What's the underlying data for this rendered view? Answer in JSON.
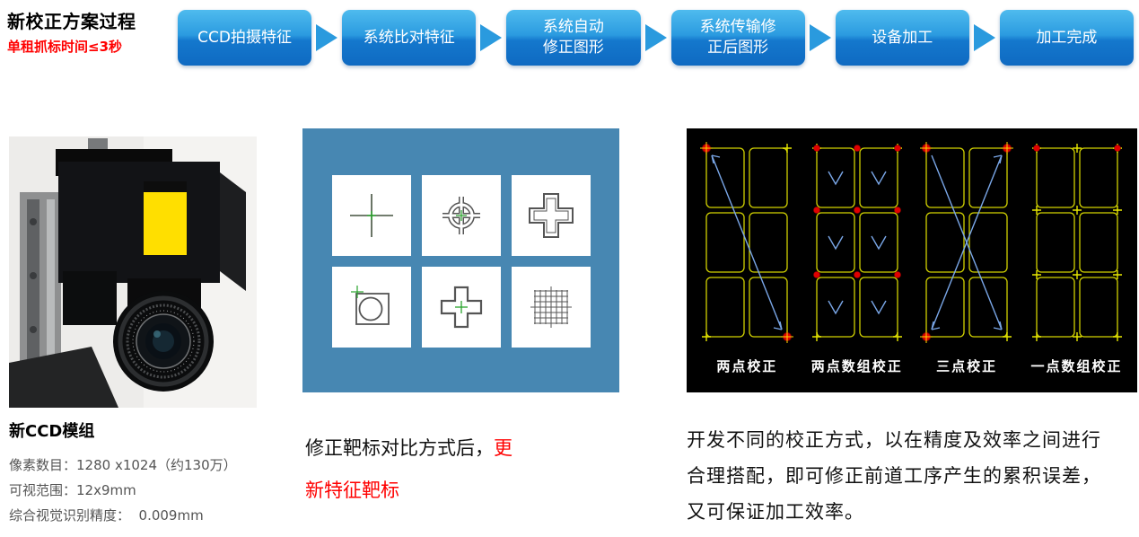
{
  "header": {
    "title": "新校正方案过程",
    "subtitle": "单租抓标时间≤3秒"
  },
  "flow": {
    "steps": [
      {
        "label": "CCD拍摄特征"
      },
      {
        "label": "系统比对特征"
      },
      {
        "label": "系统自动\n修正图形"
      },
      {
        "label": "系统传输修\n正后图形"
      },
      {
        "label": "设备加工"
      },
      {
        "label": "加工完成"
      }
    ],
    "arrow_icon": "arrow-right-icon"
  },
  "targets_panel": {
    "icons": [
      "cross-target-icon",
      "circle-cross-target-icon",
      "outlined-cross-target-icon",
      "square-circle-target-icon",
      "bold-plus-target-icon",
      "grid-target-icon"
    ]
  },
  "calibration_panel": {
    "groups": [
      {
        "label": "两点校正"
      },
      {
        "label": "两点数组校正"
      },
      {
        "label": "三点校正"
      },
      {
        "label": "一点数组校正"
      }
    ]
  },
  "ccd_module": {
    "title": "新CCD模组",
    "specs": [
      "像素数目：1280 x1024（约130万）",
      "可视范围：12x9mm",
      "综合视觉识别精度：  0.009mm"
    ]
  },
  "captions": {
    "middle": {
      "line1_black": "修正靶标对比方式后，",
      "line1_red": "更",
      "line2_red": "新特征靶标"
    },
    "right": "开发不同的校正方式，以在精度及效率之间进行\n合理搭配，即可修正前道工序产生的累积误差，\n又可保证加工效率。"
  },
  "colors": {
    "flow_gradient_top": "#4fbbee",
    "flow_gradient_bottom": "#0f6ac2",
    "panel_blue": "#4787b2",
    "panel_black": "#000000",
    "accent_red": "#ff0000",
    "target_yellow": "#d2d200",
    "arrow_blue": "#7aa7e8",
    "label_yellow": "#ffdf00"
  }
}
